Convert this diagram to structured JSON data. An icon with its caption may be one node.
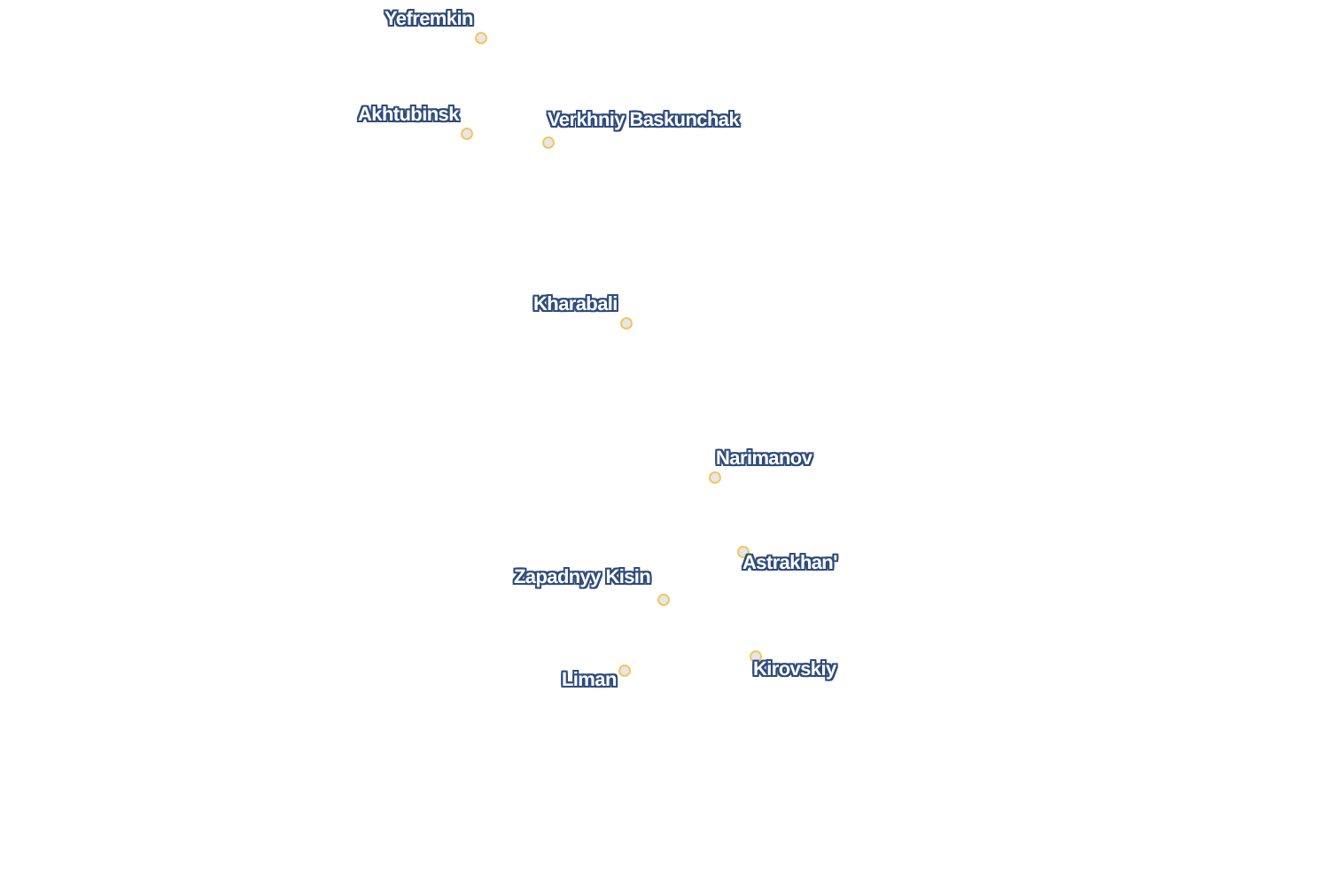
{
  "diagram": {
    "nodes": [
      {
        "text": [],
        "shape": "circle",
        "beside": [
          "Yefremkin"
        ]
      },
      {
        "text": [],
        "shape": "circle",
        "beside": [
          "Akhtubinsk"
        ]
      },
      {
        "text": [],
        "shape": "circle",
        "beside": [
          "Verkhniy Baskunchak"
        ]
      },
      {
        "text": [],
        "shape": "circle",
        "beside": [
          "Kharabali"
        ]
      },
      {
        "text": [],
        "shape": "circle",
        "beside": [
          "Narimanov"
        ]
      },
      {
        "text": [],
        "shape": "circle",
        "beside": [
          "Astrakhan'"
        ]
      },
      {
        "text": [],
        "shape": "circle",
        "beside": [
          "Zapadnyy Kisin"
        ]
      },
      {
        "text": [],
        "shape": "circle",
        "beside": [
          "Liman"
        ]
      },
      {
        "text": [],
        "shape": "circle",
        "beside": [
          "Kirovskiy"
        ]
      }
    ]
  }
}
